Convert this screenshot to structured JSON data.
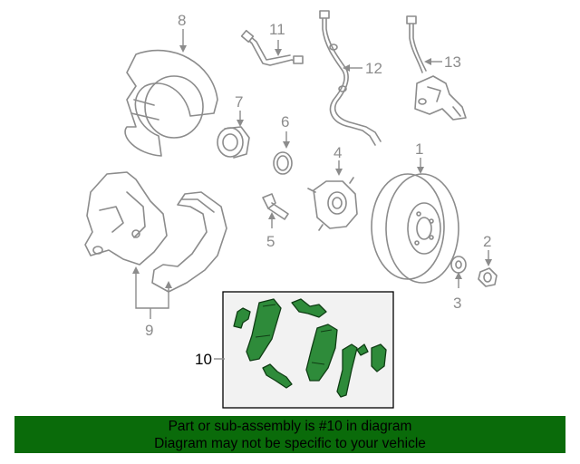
{
  "diagram": {
    "callouts": {
      "c1": "1",
      "c2": "2",
      "c3": "3",
      "c4": "4",
      "c5": "5",
      "c6": "6",
      "c7": "7",
      "c8": "8",
      "c9": "9",
      "c10": "10",
      "c11": "11",
      "c12": "12",
      "c13": "13"
    },
    "highlighted_part": "10",
    "colors": {
      "highlight_part": "#2e8b3a",
      "line_art": "#8c8c8c",
      "banner": "#0a6b0a"
    }
  },
  "banner": {
    "line1": "Part or sub-assembly is #10 in diagram",
    "line2": "Diagram may not be specific to your vehicle"
  }
}
